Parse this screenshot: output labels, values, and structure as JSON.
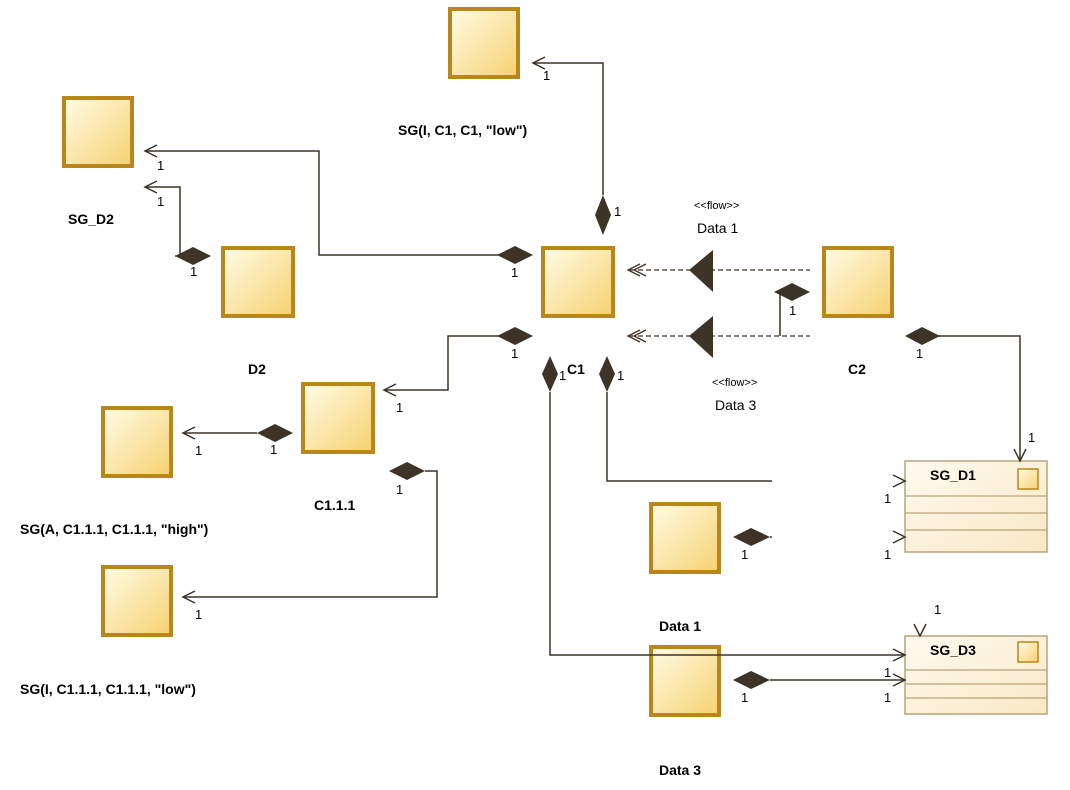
{
  "labels": {
    "sg_i_c1": "SG(I, C1, C1, \"low\")",
    "sg_d2": "SG_D2",
    "d2": "D2",
    "c1": "C1",
    "c2": "C2",
    "c111": "C1.1.1",
    "sg_a_c111": "SG(A, C1.1.1, C1.1.1, \"high\")",
    "sg_i_c111": "SG(I, C1.1.1, C1.1.1, \"low\")",
    "data1_block": "Data 1",
    "data3_block": "Data 3",
    "sg_d1": "SG_D1",
    "sg_d3": "SG_D3"
  },
  "flows": {
    "stereotype": "<<flow>>",
    "data1": "Data 1",
    "data3": "Data 3"
  },
  "multiplicity": "1",
  "colors": {
    "block_border": "#b8861b",
    "block_fill_light": "#fffbe0",
    "block_fill_dark": "#f5d370",
    "line": "#3d3326",
    "class_border": "#b9a47c",
    "class_fill": "#fdf3de"
  }
}
